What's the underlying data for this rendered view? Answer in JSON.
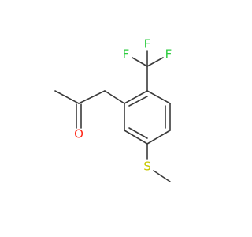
{
  "molecule": {
    "atoms": {
      "fluorine_1": "F",
      "fluorine_2": "F",
      "fluorine_3": "F",
      "oxygen": "O",
      "sulfur": "S"
    },
    "colors": {
      "bond": "#3a3a3a",
      "fluorine": "#2ecc40",
      "oxygen": "#ff2a1a",
      "sulfur": "#c8c800"
    }
  }
}
